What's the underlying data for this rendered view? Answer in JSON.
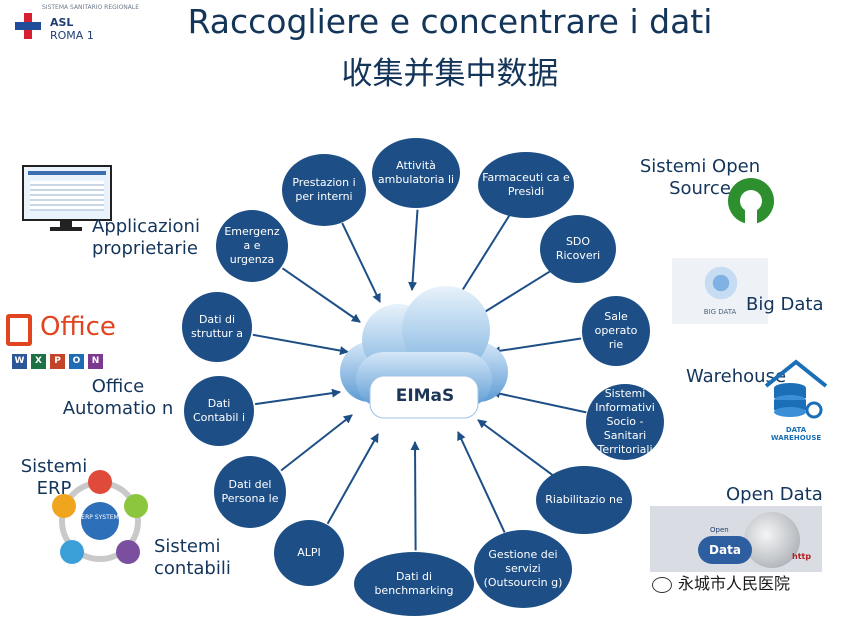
{
  "title": "Raccogliere e concentrare i dati",
  "subtitle": "收集并集中数据",
  "logo": {
    "tiny_text": "SISTEMA SANITARIO REGIONALE",
    "line1": "ASL",
    "line2": "ROMA 1"
  },
  "center": {
    "label": "EIMaS"
  },
  "nodes": [
    {
      "label": "Prestazion i per interni"
    },
    {
      "label": "Attività ambulatoria li"
    },
    {
      "label": "Farmaceuti ca e Presìdi"
    },
    {
      "label": "SDO Ricoveri"
    },
    {
      "label": "Sale operato rie"
    },
    {
      "label": "Sistemi Informativi Socio - Sanitari Territoriali"
    },
    {
      "label": "Riabilitazio ne"
    },
    {
      "label": "Gestione dei servizi (Outsourcin g)"
    },
    {
      "label": "Dati di benchmarking"
    },
    {
      "label": "ALPI"
    },
    {
      "label": "Dati del Persona le"
    },
    {
      "label": "Dati Contabil i"
    },
    {
      "label": "Dati di struttur a"
    },
    {
      "label": "Emergenz a e urgenza"
    }
  ],
  "side_labels": {
    "applicazioni": "Applicazioni proprietarie",
    "office_automation": "Office Automatio n",
    "sistemi_erp": "Sistemi ERP",
    "sistemi_contabili": "Sistemi contabili",
    "sistemi_open_source": "Sistemi Open Source",
    "big_data": "Big Data",
    "warehouse": "Warehouse",
    "open_data": "Open Data"
  },
  "images": {
    "office_brand": "Office",
    "office_apps": [
      "W",
      "X",
      "P",
      "O",
      "N"
    ],
    "big_data_caption": "BIG DATA",
    "warehouse_caption": "DATA WAREHOUSE",
    "open_data_small": "Open",
    "open_data_main": "Data",
    "open_data_http": "http",
    "erp_center": "ERP SYSTEM"
  },
  "watermark": "永城市人民医院",
  "colors": {
    "node_fill": "#1d4f86",
    "title": "#14355a",
    "cloud_light": "#e8f2fb",
    "cloud_dark": "#7fb4e0",
    "arrow": "#1d4f86",
    "office_orange": "#e0451f",
    "oss_green": "#2e8f2e"
  },
  "icons": [
    "monitor-icon",
    "office-logo-icon",
    "open-source-icon",
    "big-data-icon",
    "warehouse-icon",
    "open-data-icon",
    "erp-cycle-icon",
    "wechat-icon"
  ]
}
